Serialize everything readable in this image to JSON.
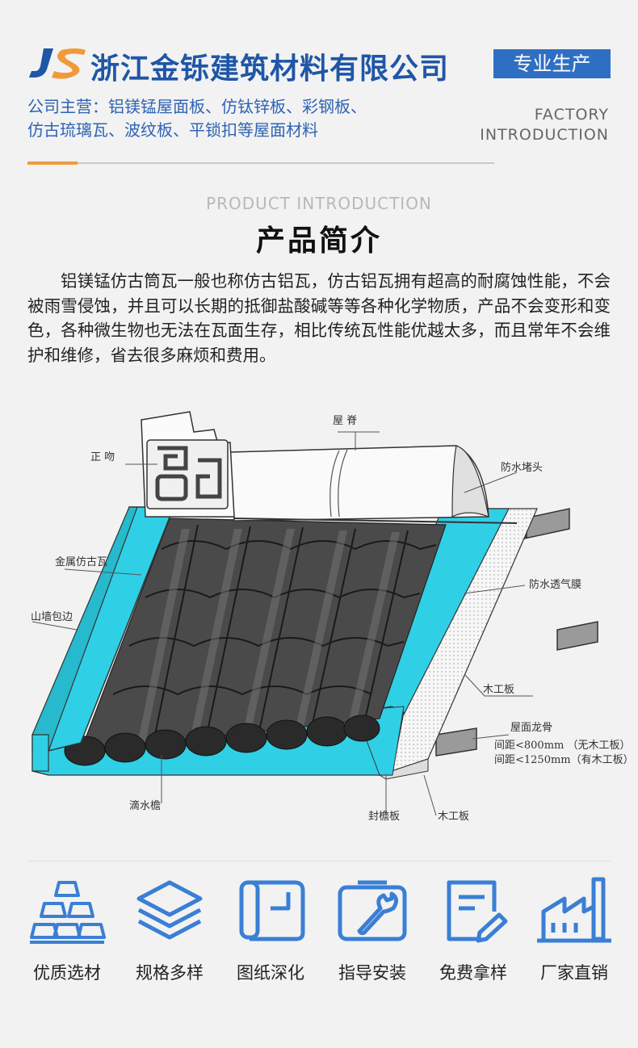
{
  "header": {
    "logo_text": "JS",
    "company_name": "浙江金铄建筑材料有限公司",
    "badge": "专业生产",
    "business_line1": "公司主营：铝镁锰屋面板、仿钛锌板、彩钢板、",
    "business_line2": "仿古琉璃瓦、波纹板、平锁扣等屋面材料",
    "factory_en_1": "FACTORY",
    "factory_en_2": "INTRODUCTION"
  },
  "section": {
    "title_en": "PRODUCT INTRODUCTION",
    "title_cn": "产品简介",
    "body": "铝镁锰仿古筒瓦一般也称仿古铝瓦，仿古铝瓦拥有超高的耐腐蚀性能，不会被雨雪侵蚀，并且可以长期的抵御盐酸碱等等各种化学物质，产品不会变形和变色，各种微生物也无法在瓦面生存，相比传统瓦性能优越太多，而且常年不会维护和维修，省去很多麻烦和费用。"
  },
  "diagram": {
    "labels": {
      "ridge": "屋 脊",
      "ridge_end": "正 吻",
      "waterproof_plug": "防水堵头",
      "metal_tile": "金属仿古瓦",
      "membrane": "防水透气膜",
      "gable_trim": "山墙包边",
      "wood_board": "木工板",
      "purlin": "屋面龙骨",
      "spacing_1": "间距<800mm （无木工板）",
      "spacing_2": "间距<1250mm（有木工板）",
      "drip_eave": "滴水檐",
      "eave_board": "封檐板",
      "wood_board_2": "木工板"
    }
  },
  "features": [
    {
      "label": "优质选材",
      "icon": "gold-bars-icon"
    },
    {
      "label": "规格多样",
      "icon": "layers-icon"
    },
    {
      "label": "图纸深化",
      "icon": "blueprint-scroll-icon"
    },
    {
      "label": "指导安装",
      "icon": "wrench-icon"
    },
    {
      "label": "免费拿样",
      "icon": "form-pen-icon"
    },
    {
      "label": "厂家直销",
      "icon": "factory-icon"
    }
  ],
  "colors": {
    "brand_blue": "#1f56a6",
    "accent_orange": "#f09a3a",
    "icon_blue": "#3a7fd5",
    "cyan_membrane": "#2fd0e6"
  }
}
